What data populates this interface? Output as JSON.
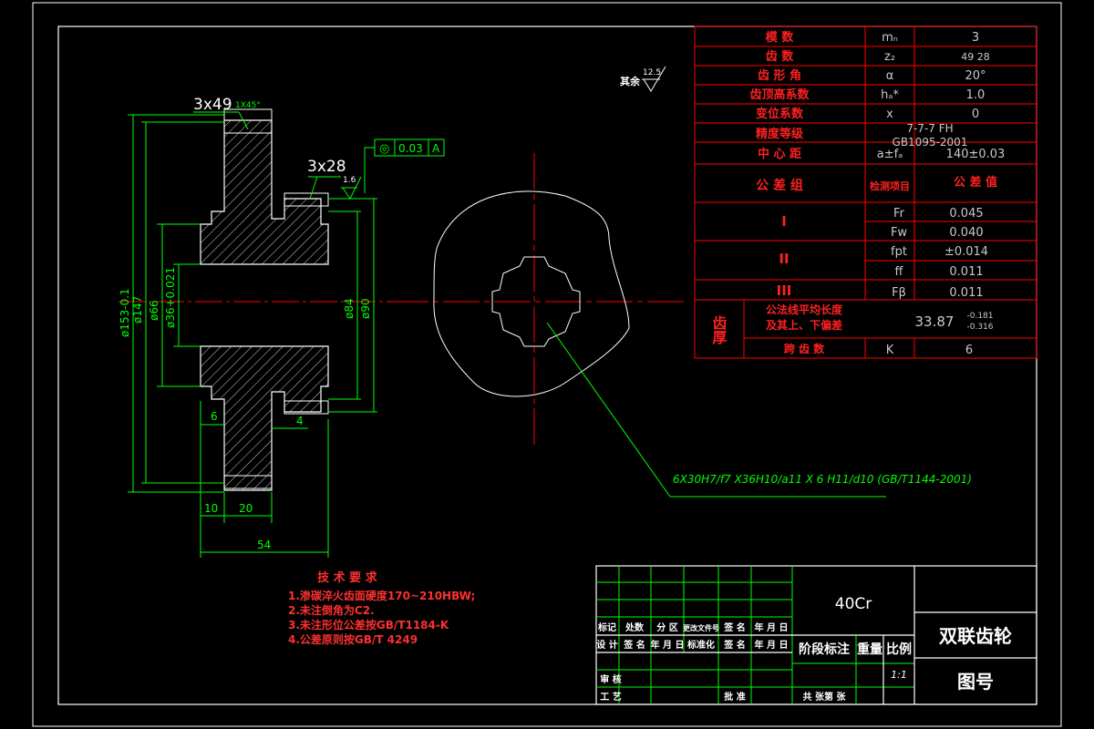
{
  "colors": {
    "background": "#000000",
    "frame": "#ffffff",
    "table_line": "#ff0000",
    "dimension": "#00ff00",
    "table_label": "#ff2020",
    "table_value": "#c8c8c8",
    "note_text": "#ff3030",
    "title_text": "#ffffff",
    "hatch": "#ffffff",
    "center_line": "#ff0000"
  },
  "gear_table": {
    "rows": [
      {
        "label": "模  数",
        "symbol": "mₙ",
        "value": "3"
      },
      {
        "label": "齿  数",
        "symbol": "z₂",
        "value": "49   28"
      },
      {
        "label": "齿 形 角",
        "symbol": "α",
        "value": "20°"
      },
      {
        "label": "齿顶高系数",
        "symbol": "hₐ*",
        "value": "1.0"
      },
      {
        "label": "变位系数",
        "symbol": "x",
        "value": "0"
      },
      {
        "label": "精度等级",
        "symbol": "7-7-7 FH",
        "value": "GB1095-2001"
      },
      {
        "label": "中 心 距",
        "symbol": "a±fₐ",
        "value": "140±0.03"
      }
    ],
    "group_header": {
      "label": "公  差  组",
      "item": "检测项目",
      "tolerance": "公 差 值"
    },
    "groups": [
      {
        "roman": "I",
        "items": [
          {
            "symbol": "Fr",
            "value": "0.045"
          },
          {
            "symbol": "Fw",
            "value": "0.040"
          }
        ]
      },
      {
        "roman": "II",
        "items": [
          {
            "symbol": "fpt",
            "value": "±0.014"
          },
          {
            "symbol": "ff",
            "value": "0.011"
          }
        ]
      },
      {
        "roman": "III",
        "items": [
          {
            "symbol": "Fβ",
            "value": "0.011"
          }
        ]
      }
    ],
    "thickness": {
      "label": "齿厚",
      "common_normal_label_1": "公法线平均长度",
      "common_normal_label_2": "及其上、下偏差",
      "common_normal_value": "33.87",
      "common_normal_upper": "-0.181",
      "common_normal_lower": "-0.316",
      "span_label": "跨 齿 数",
      "span_symbol": "K",
      "span_value": "6"
    }
  },
  "roughness": {
    "prefix": "其余",
    "value": "12.5"
  },
  "section_view": {
    "chamfer_label": "1X45°",
    "gear_big": "3x49",
    "gear_small": "3x28",
    "runout_symbol": "◎",
    "runout_value": "0.03",
    "runout_datum": "A",
    "roughness_local": "1.6",
    "dims": {
      "d153": "ø153-0.1",
      "d147": "ø147",
      "d66": "ø66",
      "d36": "ø36+0.021",
      "d84": "ø84",
      "d90": "ø90",
      "w6": "6",
      "w4": "4",
      "w10": "10",
      "w20": "20",
      "w54": "54"
    }
  },
  "spline_callout": "6X30H7/f7 X36H10/a11 X 6 H11/d10 (GB/T1144-2001)",
  "tech_requirements": {
    "title": "技 术 要 求",
    "items": [
      "1.渗碳淬火齿面硬度170~210HBW;",
      "2.未注倒角为C2.",
      "3.未注形位公差按GB/T1184-K",
      "4.公差原则按GB/T 4249"
    ]
  },
  "title_block": {
    "material": "40Cr",
    "part_name": "双联齿轮",
    "drawing_no_label": "图号",
    "stage_label": "阶段标注",
    "weight_label": "重量",
    "scale_label": "比例",
    "scale_value": "1:1",
    "sheet_label": "共  张第  张",
    "row_mark": [
      "标记",
      "处数",
      "分 区",
      "更改文件号",
      "签 名",
      "年 月 日"
    ],
    "row_design": [
      "设 计",
      "签 名",
      "年 月 日",
      "标准化",
      "签 名",
      "年 月 日"
    ],
    "review": "审 核",
    "process": "工 艺",
    "approve": "批 准"
  }
}
